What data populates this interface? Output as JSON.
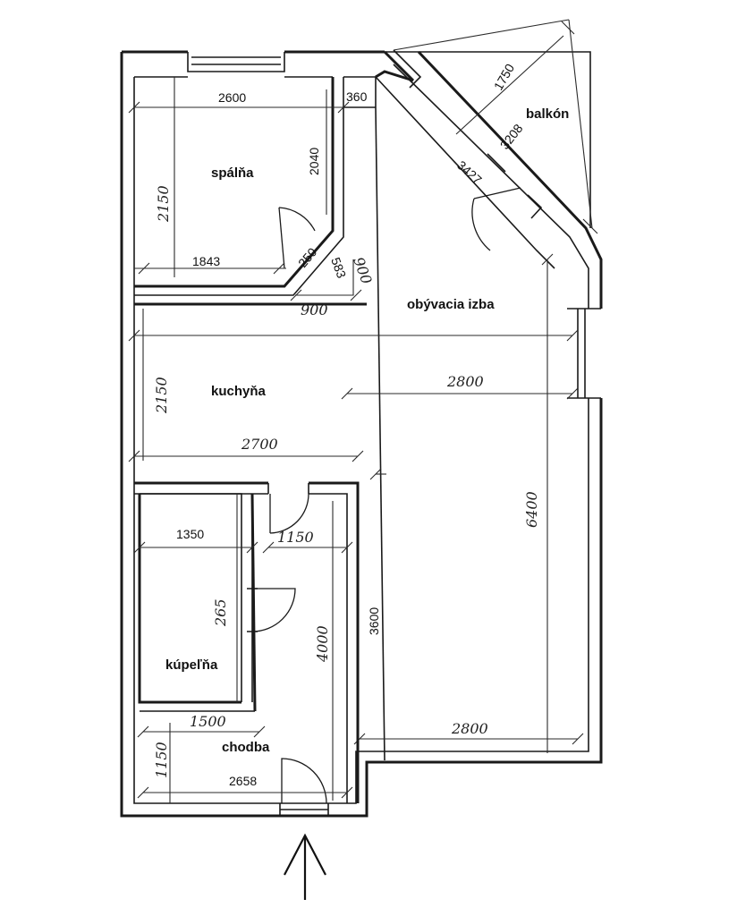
{
  "rooms": {
    "spalna": "spálňa",
    "obyvacia": "obývacia izba",
    "kuchyna": "kuchyňa",
    "kupelna": "kúpeľňa",
    "chodba": "chodba",
    "balkon": "balkón"
  },
  "dimensions": {
    "d2600": "2600",
    "d2040": "2040",
    "d360": "360",
    "d2150a": "2150",
    "d1843": "1843",
    "d250": "250",
    "d583": "583",
    "d900b": "900",
    "d900": "900",
    "d1750": "1750",
    "d3208": "3208",
    "d3427": "3427",
    "d2800a": "2800",
    "d2150b": "2150",
    "d2700": "2700",
    "d6400": "6400",
    "d1350": "1350",
    "d1150": "1150",
    "d265": "265",
    "d4000": "4000",
    "d3600": "3600",
    "d1500": "1500",
    "d1150b": "1150",
    "d2658": "2658",
    "d2800b": "2800"
  },
  "entrance_arrow": "entrance-arrow-icon"
}
